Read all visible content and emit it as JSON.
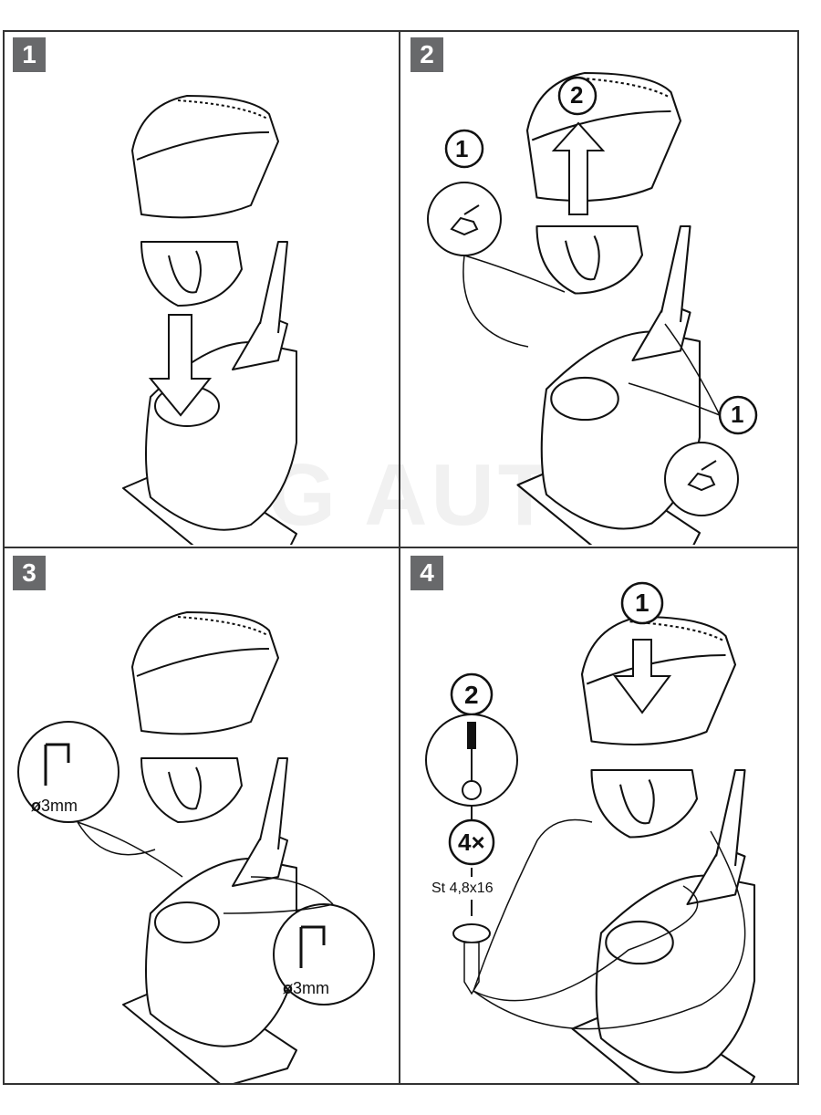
{
  "watermark": "AG AUTO",
  "steps": [
    {
      "number": "1"
    },
    {
      "number": "2",
      "callouts": [
        "1",
        "2",
        "1"
      ]
    },
    {
      "number": "3",
      "drill_labels": [
        "3mm",
        "3mm"
      ],
      "drill_symbol": "ø"
    },
    {
      "number": "4",
      "callouts": [
        "1",
        "2",
        "4×"
      ],
      "screw_spec": "St 4,8x16"
    }
  ]
}
